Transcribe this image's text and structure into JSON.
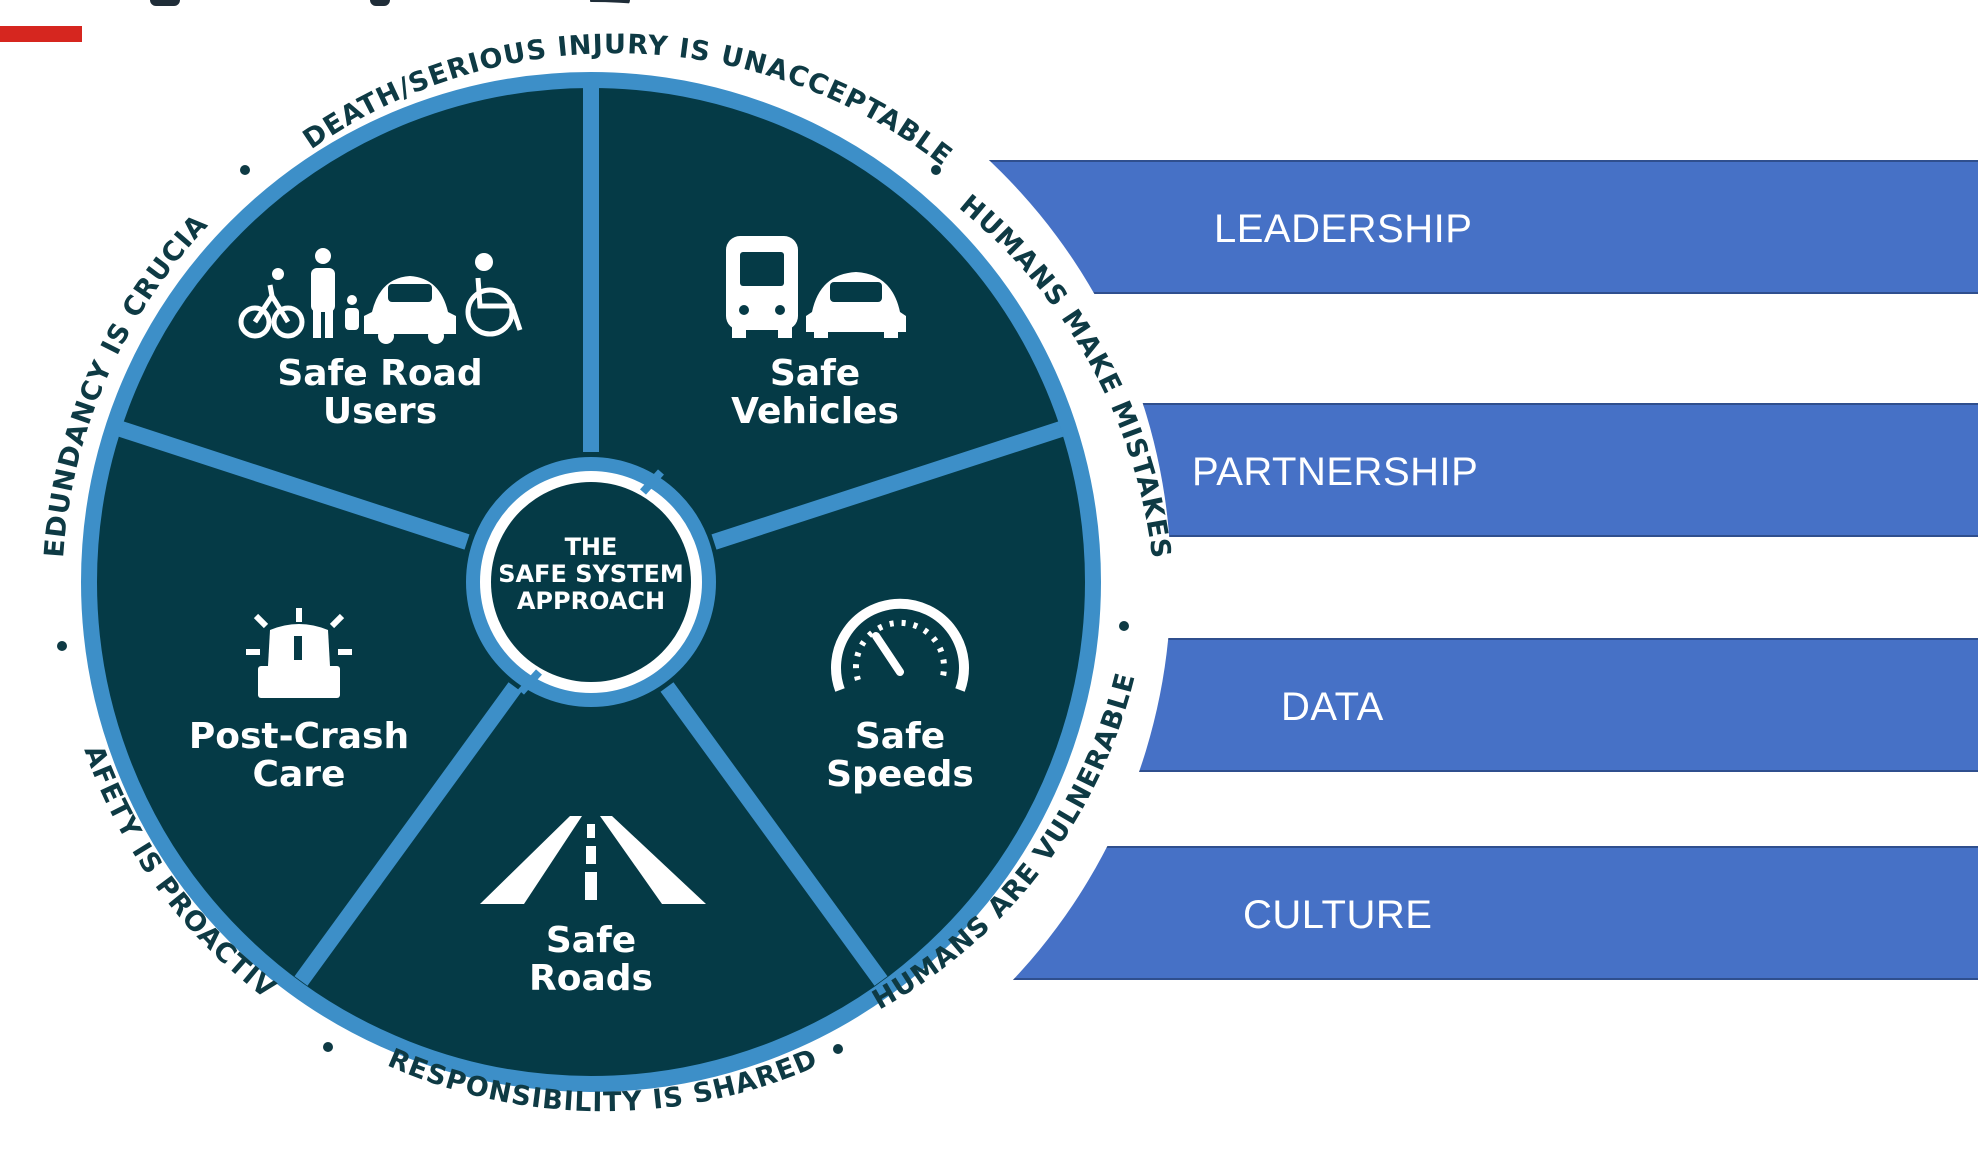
{
  "header": {
    "accent_color": "#d6261f"
  },
  "colors": {
    "wheel_fill": "#053a46",
    "wheel_stroke": "#3d8fc8",
    "band_fill": "#4671c6",
    "ring_text": "#0e3a44"
  },
  "center": {
    "lines": [
      "THE",
      "SAFE SYSTEM",
      "APPROACH"
    ]
  },
  "segments": [
    {
      "icon": "people-icon",
      "lines": [
        "Safe Road",
        "Users"
      ]
    },
    {
      "icon": "vehicles-icon",
      "lines": [
        "Safe",
        "Vehicles"
      ]
    },
    {
      "icon": "speedometer-icon",
      "lines": [
        "Safe",
        "Speeds"
      ]
    },
    {
      "icon": "road-icon",
      "lines": [
        "Safe",
        "Roads"
      ]
    },
    {
      "icon": "siren-icon",
      "lines": [
        "Post-Crash",
        "Care"
      ]
    }
  ],
  "principles": [
    "DEATH/SERIOUS INJURY IS UNACCEPTABLE",
    "HUMANS MAKE MISTAKES",
    "HUMANS ARE VULNERABLE",
    "RESPONSIBILITY IS SHARED",
    "SAFETY IS PROACTIVE",
    "REDUNDANCY IS CRUCIAL"
  ],
  "pillars": [
    "LEADERSHIP",
    "PARTNERSHIP",
    "DATA",
    "CULTURE"
  ]
}
